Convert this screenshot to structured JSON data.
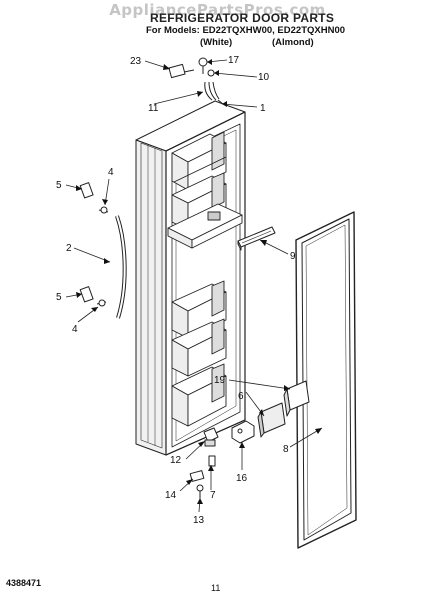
{
  "watermark": "AppliancePartsPros.com",
  "header": {
    "title": "REFRIGERATOR DOOR PARTS",
    "models_line": "For Models: ED22TQXHW00, ED22TQXHN00",
    "color_white": "(White)",
    "color_almond": "(Almond)"
  },
  "callouts": {
    "c23": "23",
    "c17": "17",
    "c10": "10",
    "c11": "11",
    "c1": "1",
    "c4a": "4",
    "c5a": "5",
    "c2": "2",
    "c5b": "5",
    "c4b": "4",
    "c9": "9",
    "c19": "19",
    "c6": "6",
    "c8": "8",
    "c12": "12",
    "c16": "16",
    "c14": "14",
    "c7": "7",
    "c13": "13"
  },
  "footer": {
    "doc_number": "4388471",
    "page_number": "11"
  }
}
